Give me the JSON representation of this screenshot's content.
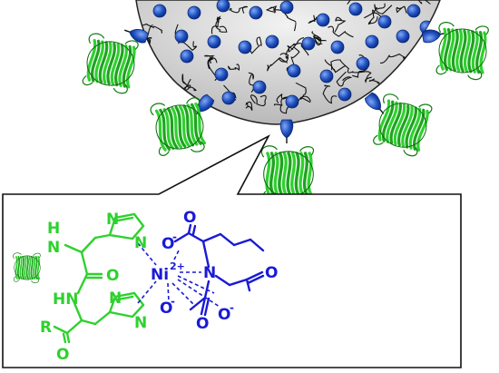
{
  "colors": {
    "green": "#2ed12e",
    "blue": "#1a1ad6",
    "bead_fill": "#cfcfcf",
    "dot": "#1f4fc0",
    "ink": "#111111"
  },
  "labels": {
    "nh_top_h": "H",
    "nh_top_n": "N",
    "hn_mid": "HN",
    "o_carbonyl_mid": "O",
    "r_group": "R",
    "o_carbonyl_low": "O",
    "ring_top_n1": "N",
    "ring_top_n2": "N",
    "ring_bot_n1": "N",
    "ring_bot_n2": "N",
    "metal": "Ni",
    "metal_charge": "2+",
    "nta_n": "N",
    "carboxylate_o1": "O",
    "carboxylate_o1_charge": "-",
    "carbonyl_o1": "O",
    "carboxylate_o2": "O",
    "carboxylate_o2_charge": "-",
    "carboxylate_o3": "O",
    "carboxylate_o3_charge": "-",
    "carbonyl_o2": "O",
    "carbonyl_o3": "O"
  },
  "icons": {
    "protein": "gfp-beta-barrel-icon",
    "anchor": "his-tag-anchor-icon",
    "bead_dot": "ni-nta-site-icon"
  }
}
